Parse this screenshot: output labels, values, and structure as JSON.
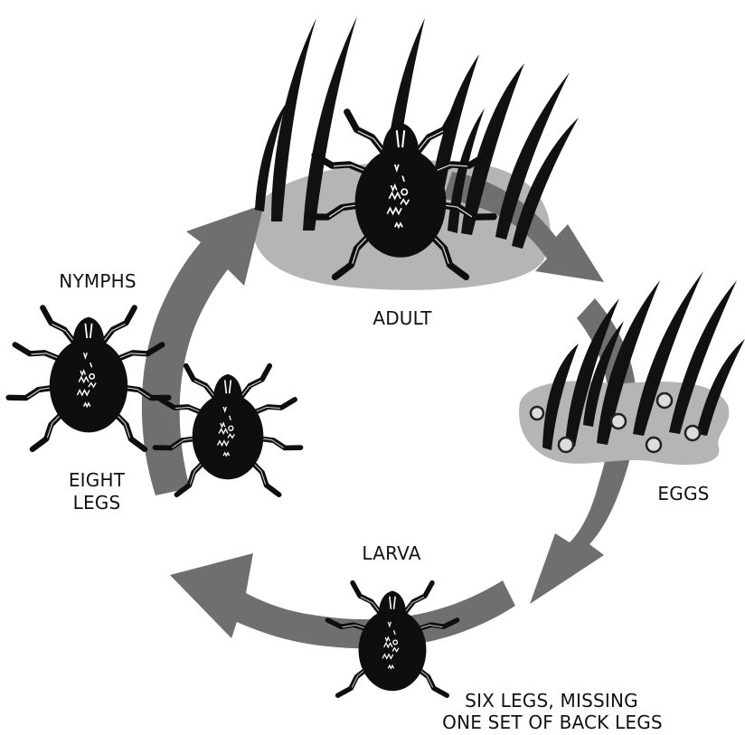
{
  "labels": {
    "adult": "ADULT",
    "eggs": "EGGS",
    "larva": "LARVA",
    "larva_note_line1": "SIX LEGS, MISSING",
    "larva_note_line2": "ONE SET OF BACK LEGS",
    "nymphs": "NYMPHS",
    "nymph_note_line1": "EIGHT",
    "nymph_note_line2": "LEGS"
  },
  "colors": {
    "arrow": "#6f6f6f",
    "skin_patch": "#b5b5b5",
    "hair": "#111111",
    "mite_body": "#0e0e0e",
    "egg_fill": "#dcdcdc",
    "egg_stroke": "#222222",
    "text": "#111111"
  },
  "stages": [
    {
      "name": "adult",
      "legs": 8
    },
    {
      "name": "eggs"
    },
    {
      "name": "larva",
      "legs": 6
    },
    {
      "name": "nymph-1",
      "legs": 8
    },
    {
      "name": "nymph-2",
      "legs": 8
    }
  ]
}
